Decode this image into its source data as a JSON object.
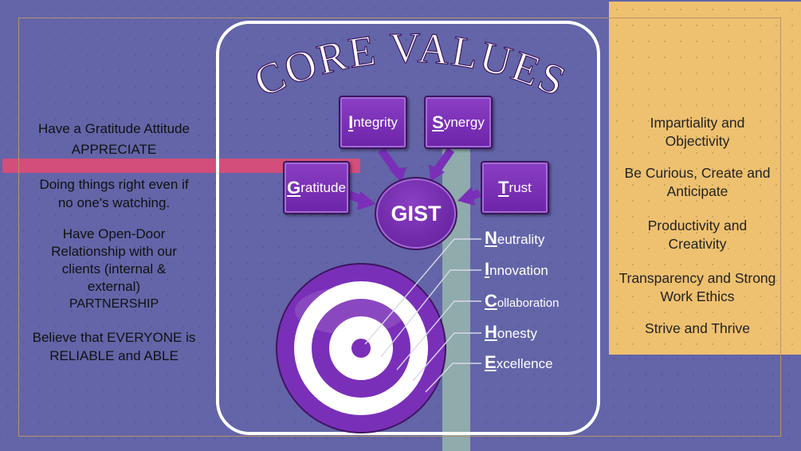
{
  "title": "CORE VALUES",
  "center_label": "GIST",
  "boxes": [
    {
      "cap": "I",
      "rest": "ntegrity"
    },
    {
      "cap": "S",
      "rest": "ynergy"
    },
    {
      "cap": "G",
      "rest": "ratitude"
    },
    {
      "cap": "T",
      "rest": "rust"
    }
  ],
  "values_list": [
    {
      "cap": "N",
      "rest": "eutrality"
    },
    {
      "cap": "I",
      "rest": "nnovation"
    },
    {
      "cap": "C",
      "rest": "ollaboration"
    },
    {
      "cap": "H",
      "rest": "onesty"
    },
    {
      "cap": "E",
      "rest": "xcellence"
    }
  ],
  "left_texts": [
    [
      "Have a Gratitude Attitude",
      "APPRECIATE"
    ],
    [
      "Doing things right even if",
      "no one's watching."
    ],
    [
      "Have Open-Door",
      "Relationship with our",
      "clients (internal &",
      "external)",
      "PARTNERSHIP"
    ],
    [
      "Believe that EVERYONE is",
      "RELIABLE and ABLE"
    ]
  ],
  "right_texts": [
    [
      "Impartiality and",
      "Objectivity"
    ],
    [
      "Be Curious, Create and",
      "Anticipate"
    ],
    [
      "Productivity and",
      "Creativity"
    ],
    [
      "Transparency and Strong",
      "Work Ethics"
    ],
    [
      "Strive and Thrive"
    ]
  ],
  "colors": {
    "background": "#6365a8",
    "right_panel": "#eec170",
    "pink_bar": "#d34e7a",
    "teal_bar": "#8fabab",
    "purple": "#7a2fb8"
  }
}
